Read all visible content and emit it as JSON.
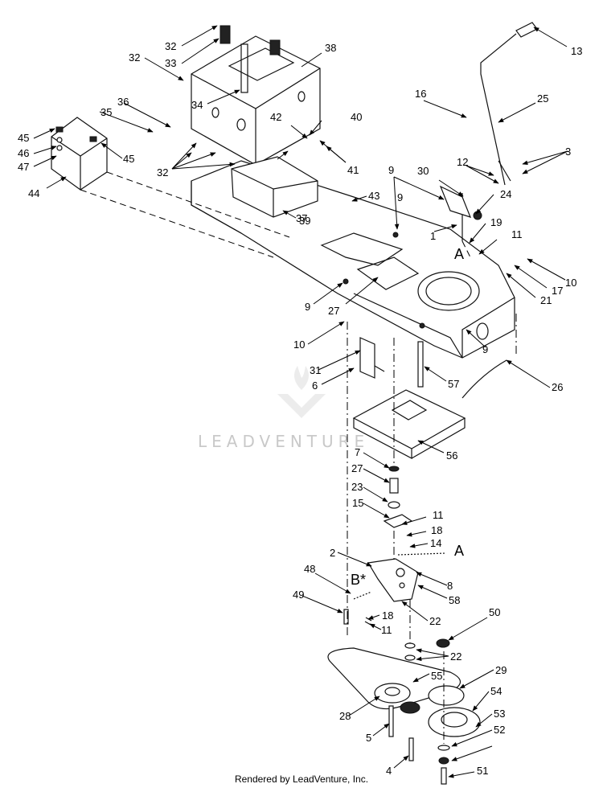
{
  "watermark": "LEADVENTURE",
  "footer": "Rendered by LeadVenture, Inc.",
  "section_letters": [
    "A",
    "A",
    "B*"
  ],
  "callouts": [
    "1",
    "2",
    "3",
    "4",
    "5",
    "6",
    "7",
    "8",
    "9",
    "9",
    "9",
    "9",
    "10",
    "10",
    "10",
    "11",
    "11",
    "11",
    "12",
    "13",
    "14",
    "15",
    "16",
    "17",
    "18",
    "18",
    "19",
    "21",
    "22",
    "22",
    "22",
    "23",
    "24",
    "25",
    "26",
    "27",
    "27",
    "28",
    "29",
    "30",
    "31",
    "32",
    "32",
    "32",
    "33",
    "34",
    "35",
    "36",
    "37",
    "38",
    "39",
    "40",
    "41",
    "42",
    "43",
    "44",
    "45",
    "45",
    "46",
    "47",
    "48",
    "49",
    "50",
    "51",
    "52",
    "53",
    "54",
    "55",
    "56",
    "57",
    "58"
  ]
}
